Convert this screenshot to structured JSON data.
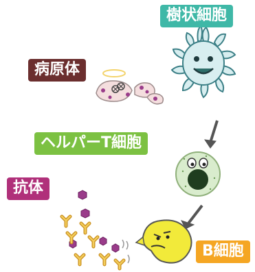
{
  "labels": {
    "dendritic_cell": "樹状細胞",
    "pathogen": "病原体",
    "helper_t_cell": "ヘルパーT細胞",
    "antibody": "抗体",
    "b_cell": "B細胞"
  },
  "colors": {
    "dendritic_cell_label": "#3fb8a7",
    "pathogen_label": "#6b2e2e",
    "helper_t_cell_label": "#7cc142",
    "antibody_label": "#b0307a",
    "b_cell_label": "#f5a623",
    "dendritic_cell_body": "#d8eef0",
    "helper_t_cell_body": "#d9eccd",
    "b_cell_body": "#f2ea3a",
    "antibody_y": "#e2b43a",
    "pathogen_body": "#f4dede",
    "pathogen_dots": "#9a3c8a",
    "arrow": "#555555"
  },
  "icons": [
    "dendritic-cell-icon",
    "pathogen-cluster-icon",
    "helper-t-cell-icon",
    "b-cell-icon",
    "antibody-icon",
    "arrow-down-icon"
  ]
}
